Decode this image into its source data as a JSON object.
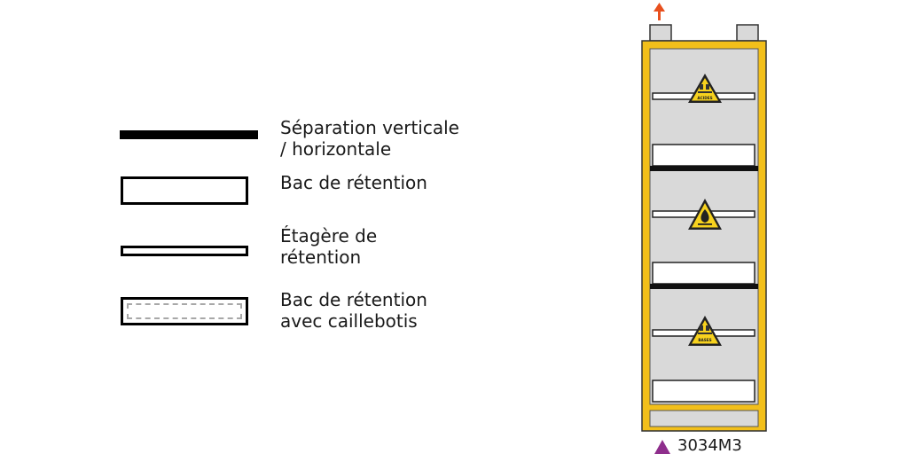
{
  "legend": {
    "items": [
      {
        "line1": "Séparation verticale",
        "line2": "/ horizontale"
      },
      {
        "line1": "Bac de rétention",
        "line2": ""
      },
      {
        "line1": "Étagère de",
        "line2": "rétention"
      },
      {
        "line1": "Bac de rétention",
        "line2": "avec caillebotis"
      }
    ]
  },
  "cabinet": {
    "signs": [
      "ACIDES",
      "",
      "BASES"
    ],
    "model": "3034M3"
  },
  "colors": {
    "frame": "#F2BF1A",
    "interior": "#D9D9D9",
    "separator": "#111111",
    "vent_arrow": "#E8501E",
    "model_marker": "#8E2E8C",
    "hazard_sign": "#F7D21E"
  },
  "icons": {
    "acids": "corrosive-acid-sign",
    "flammable": "flammable-sign",
    "bases": "corrosive-base-sign",
    "vent": "ventilation-arrow-icon",
    "model": "triangle-marker-icon"
  }
}
